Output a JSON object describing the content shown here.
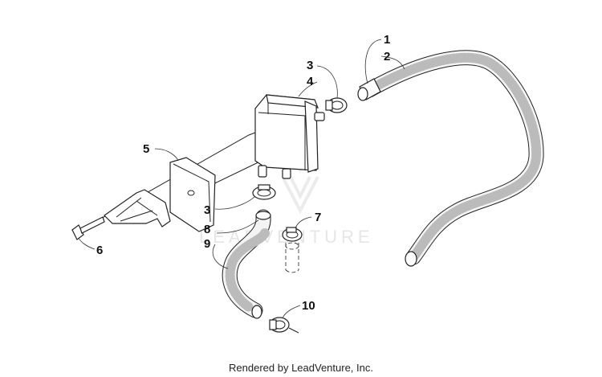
{
  "watermark": "LEADVENTURE",
  "footer": "Rendered by LeadVenture, Inc.",
  "callouts": {
    "c1": "1",
    "c2": "2",
    "c3a": "3",
    "c4": "4",
    "c5": "5",
    "c3b": "3",
    "c7": "7",
    "c8": "8",
    "c9": "9",
    "c6": "6",
    "c10": "10"
  }
}
